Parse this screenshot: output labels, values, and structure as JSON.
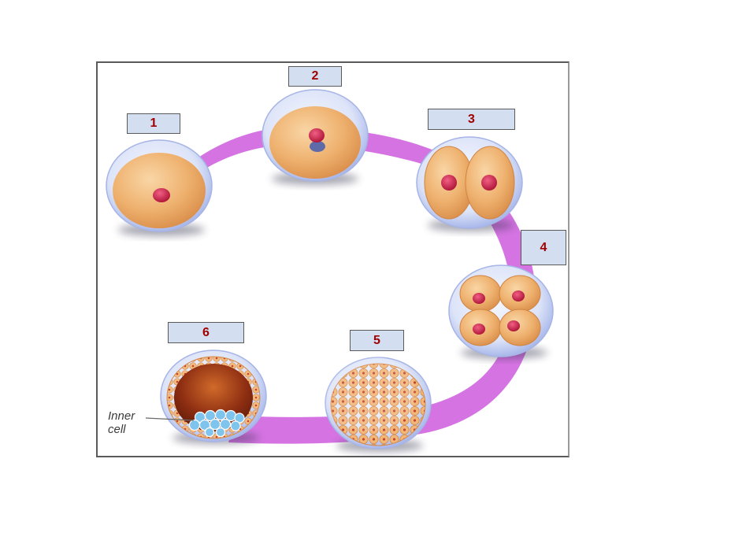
{
  "diagram": {
    "stage_labels": [
      "1",
      "2",
      "3",
      "4",
      "5",
      "6"
    ],
    "callout": {
      "line1": "Inner",
      "line2": "cell"
    },
    "colors": {
      "ring": "#d36be0",
      "membrane": "#c9d4f2",
      "cytoplasm": "#eeb06d",
      "nucleus": "#c9224a",
      "inner_cell_mass": "#7fc4ec",
      "label_fill": "#d3dff0",
      "label_text": "#a00000"
    }
  }
}
